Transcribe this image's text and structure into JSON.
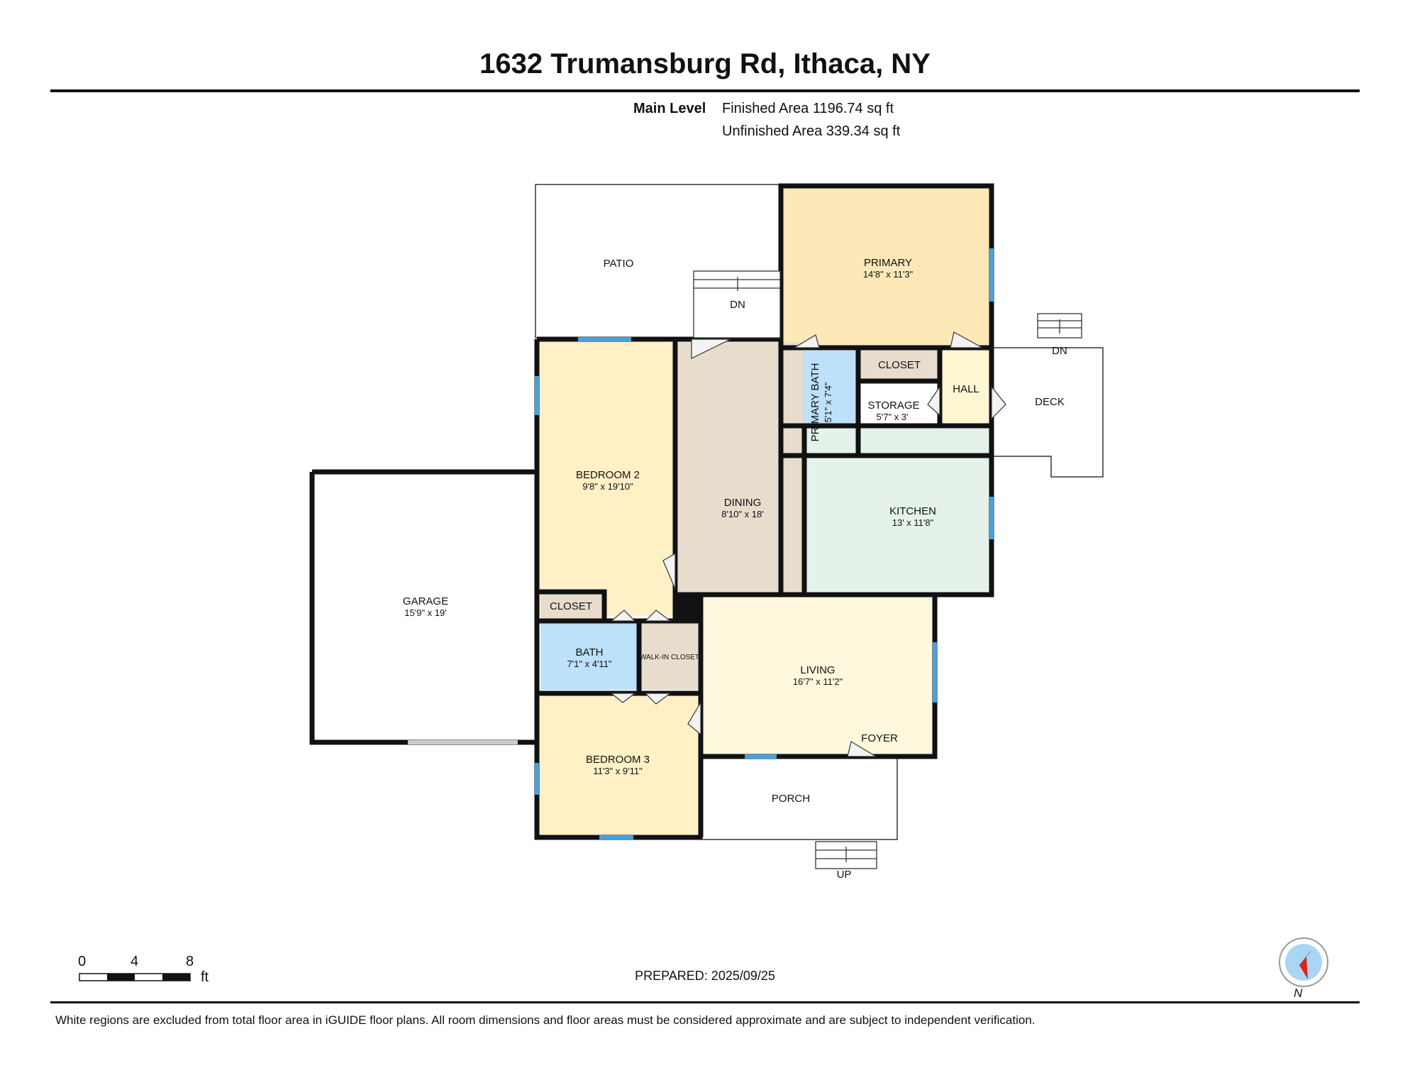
{
  "title": "1632 Trumansburg Rd, Ithaca, NY",
  "level": {
    "name": "Main Level",
    "finished": "Finished Area 1196.74 sq ft",
    "unfinished": "Unfinished Area 339.34 sq ft"
  },
  "rooms": {
    "patio": {
      "name": "PATIO"
    },
    "primary": {
      "name": "PRIMARY",
      "dims": "14'8\" x 11'3\""
    },
    "primary_bath": {
      "name": "PRIMARY BATH",
      "dims": "5'1\" x 7'4\""
    },
    "closet_primary": {
      "name": "CLOSET"
    },
    "storage": {
      "name": "STORAGE",
      "dims": "5'7\" x 3'"
    },
    "hall": {
      "name": "HALL"
    },
    "deck": {
      "name": "DECK"
    },
    "bedroom2": {
      "name": "BEDROOM 2",
      "dims": "9'8\" x 19'10\""
    },
    "dining": {
      "name": "DINING",
      "dims": "8'10\" x 18'"
    },
    "kitchen": {
      "name": "KITCHEN",
      "dims": "13' x 11'8\""
    },
    "garage": {
      "name": "GARAGE",
      "dims": "15'9\" x 19'"
    },
    "closet_bed2": {
      "name": "CLOSET"
    },
    "bath": {
      "name": "BATH",
      "dims": "7'1\" x 4'11\""
    },
    "walkin": {
      "name": "WALK-IN CLOSET"
    },
    "living": {
      "name": "LIVING",
      "dims": "16'7\" x 11'2\""
    },
    "foyer": {
      "name": "FOYER"
    },
    "bedroom3": {
      "name": "BEDROOM 3",
      "dims": "11'3\" x 9'11\""
    },
    "porch": {
      "name": "PORCH"
    }
  },
  "stairs": {
    "patio_dn": "DN",
    "deck_dn": "DN",
    "porch_up": "UP"
  },
  "scale": {
    "t0": "0",
    "t4": "4",
    "t8": "8",
    "unit": "ft"
  },
  "prepared": "PREPARED: 2025/09/25",
  "north": "N",
  "disclaimer": "White regions are excluded from total floor area in iGUIDE floor plans. All room dimensions and floor areas must be considered approximate and are subject to independent verification.",
  "colors": {
    "bedroom": "#fff0c6",
    "primary": "#fde8b8",
    "bath": "#bde0fb",
    "closet": "#e8dccd",
    "kitchen": "#e4f2ea",
    "living": "#fff8dd",
    "hall": "#fff6d2",
    "window": "#4aa0d8",
    "wall": "#111111"
  }
}
